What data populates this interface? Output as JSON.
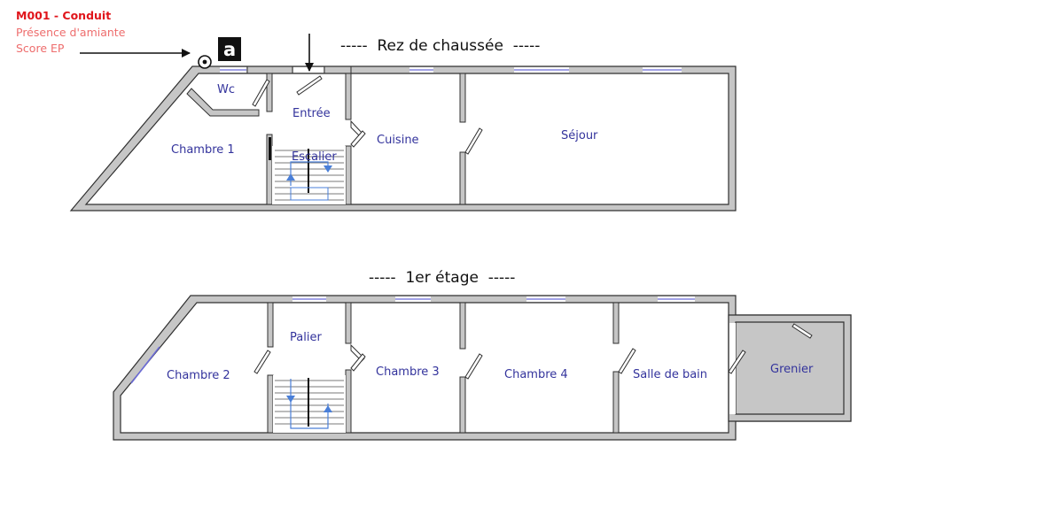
{
  "legend": {
    "code": "M001 - Conduit",
    "line1": "Présence d'amiante",
    "line2": "Score EP"
  },
  "marker": {
    "letter": "a",
    "icon": "target-circle-icon"
  },
  "ground_floor": {
    "title": "-----  Rez de chaussée  -----",
    "rooms": {
      "wc": "Wc",
      "chambre1": "Chambre 1",
      "entree": "Entrée",
      "escalier": "Escalier",
      "cuisine": "Cuisine",
      "sejour": "Séjour"
    }
  },
  "first_floor": {
    "title": "-----  1er étage  -----",
    "rooms": {
      "palier": "Palier",
      "chambre2": "Chambre 2",
      "chambre3": "Chambre 3",
      "chambre4": "Chambre 4",
      "salle_de_bain": "Salle de bain",
      "grenier": "Grenier"
    }
  },
  "colors": {
    "wall_fill": "#c6c6c6",
    "wall_stroke": "#303030",
    "room_label": "#33339c",
    "window": "#6b6bd6",
    "stair_arrow": "#4a7fd8",
    "legend_code": "#e0151b",
    "legend_text": "#ee6d6d"
  }
}
